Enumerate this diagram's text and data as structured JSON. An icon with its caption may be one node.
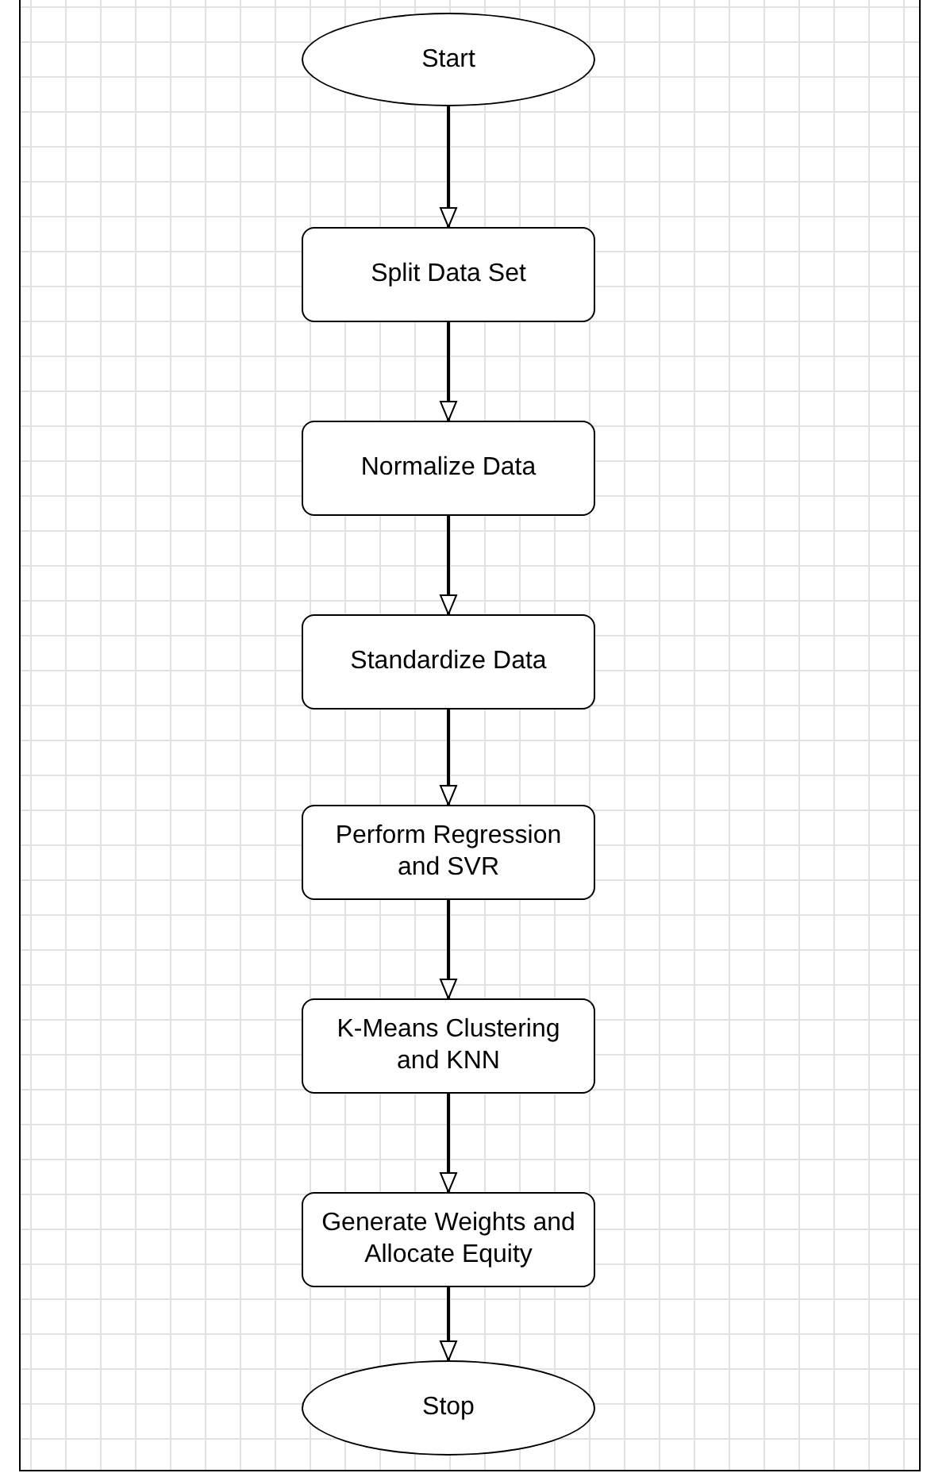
{
  "diagram": {
    "nodes": [
      {
        "text": [
          "Start"
        ]
      },
      {
        "text": [
          "Split Data Set"
        ]
      },
      {
        "text": [
          "Normalize Data"
        ]
      },
      {
        "text": [
          "Standardize Data"
        ]
      },
      {
        "text": [
          "Perform Regression and SVR"
        ]
      },
      {
        "text": [
          "K-Means Clustering and KNN"
        ]
      },
      {
        "text": [
          "Generate Weights and Allocate Equity"
        ]
      },
      {
        "text": [
          "Stop"
        ]
      }
    ],
    "edges": [
      {
        "from": 0,
        "to": 1,
        "arrow": "to"
      },
      {
        "from": 1,
        "to": 2,
        "arrow": "to"
      },
      {
        "from": 2,
        "to": 3,
        "arrow": "to"
      },
      {
        "from": 3,
        "to": 4,
        "arrow": "to"
      },
      {
        "from": 4,
        "to": 5,
        "arrow": "to"
      },
      {
        "from": 5,
        "to": 6,
        "arrow": "to"
      },
      {
        "from": 6,
        "to": 7,
        "arrow": "to"
      }
    ]
  }
}
